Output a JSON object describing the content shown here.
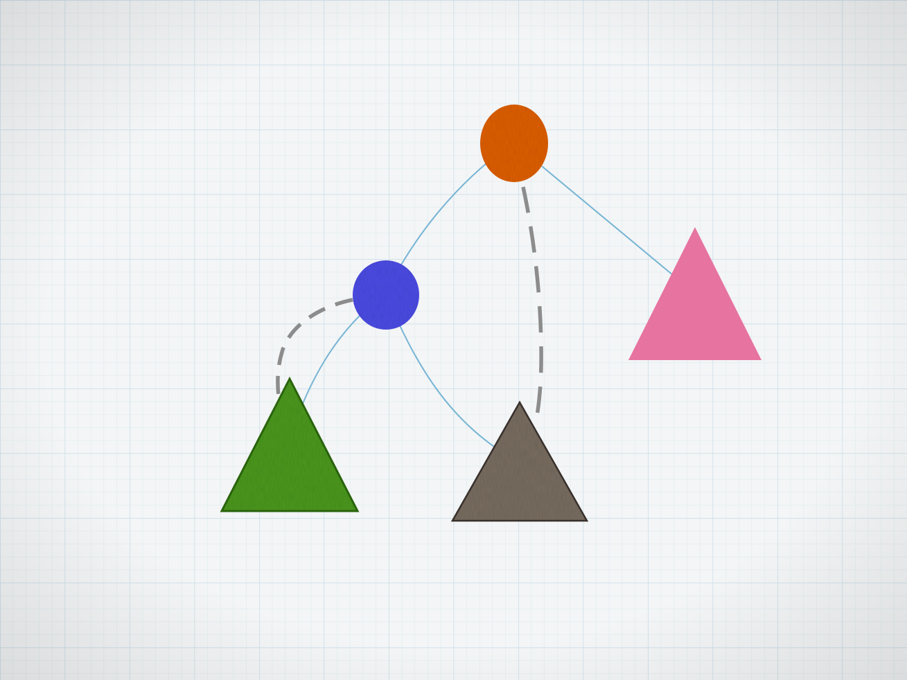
{
  "diagram": {
    "background": {
      "paper_color": "#f3f5f6",
      "minor_grid_color": "#d6e6ee",
      "major_grid_color": "#c4dbe6"
    },
    "nodes": {
      "root": {
        "shape": "circle",
        "color": "#e06000"
      },
      "middle": {
        "shape": "circle",
        "color": "#4e4ee6"
      },
      "left_leaf": {
        "shape": "triangle",
        "color": "#4e9a22",
        "stroke": "#2f6a12"
      },
      "center_leaf": {
        "shape": "triangle",
        "color": "#7a6e62",
        "stroke": "#3e3630"
      },
      "right_leaf": {
        "shape": "triangle",
        "color": "#e673a0"
      }
    },
    "edges": [
      {
        "from": "root",
        "to": "middle",
        "style": "solid",
        "color": "#76b4d4"
      },
      {
        "from": "root",
        "to": "right_leaf",
        "style": "solid",
        "color": "#76b4d4"
      },
      {
        "from": "middle",
        "to": "left_leaf",
        "style": "solid",
        "color": "#76b4d4"
      },
      {
        "from": "middle",
        "to": "center_leaf",
        "style": "solid",
        "color": "#76b4d4"
      },
      {
        "from": "middle",
        "to": "left_leaf",
        "style": "dashed",
        "color": "#8c8c8c"
      },
      {
        "from": "root",
        "to": "center_leaf",
        "style": "dashed",
        "color": "#8c8c8c"
      }
    ]
  }
}
